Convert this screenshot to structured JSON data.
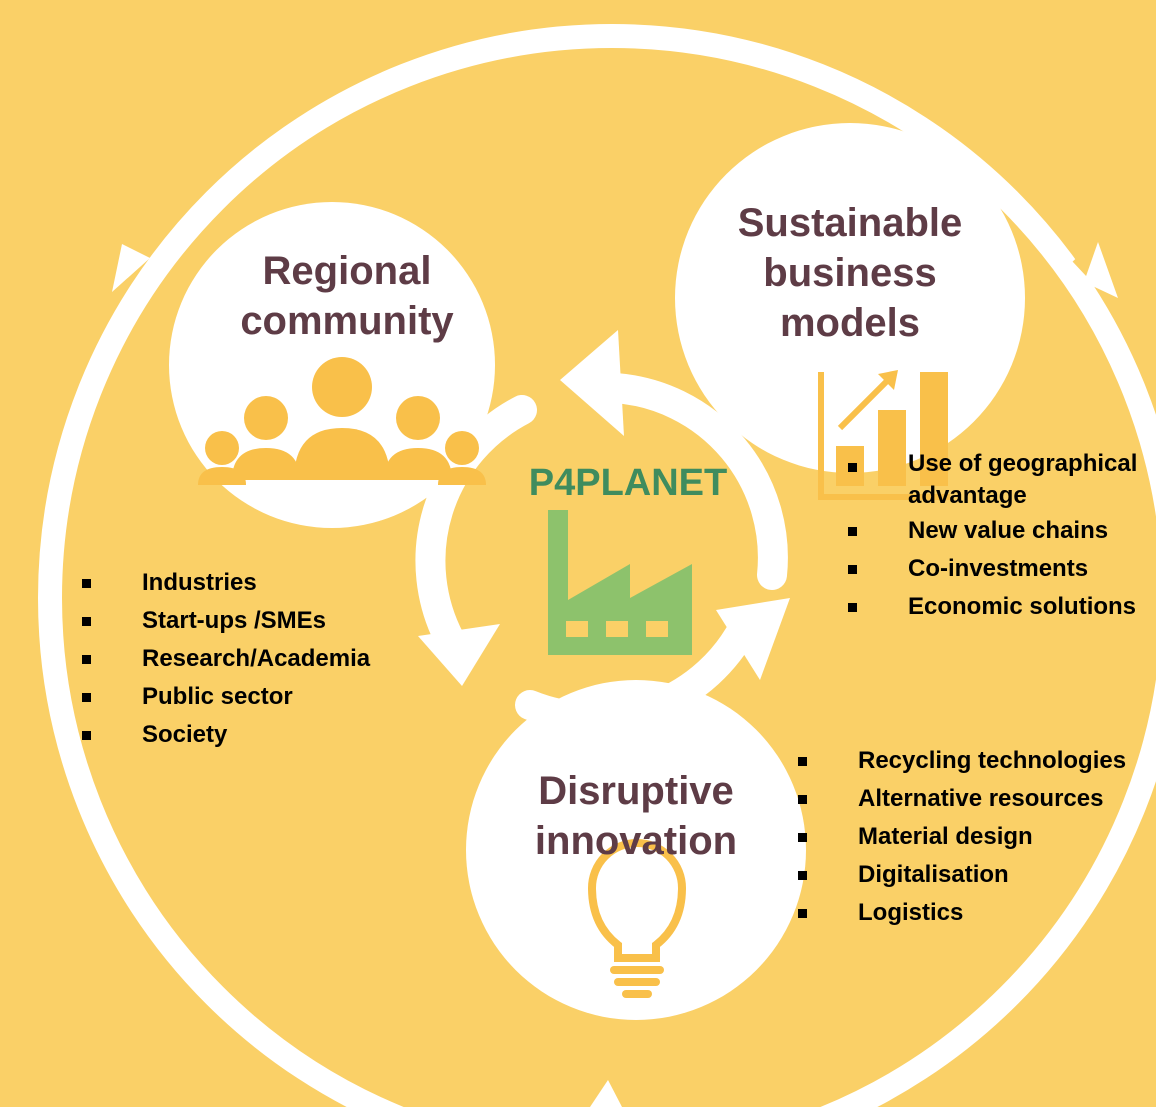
{
  "center": {
    "title": "P4PLANET"
  },
  "nodes": {
    "regional": {
      "title_lines": [
        "Regional",
        "community"
      ],
      "items": [
        "Industries",
        "Start-ups /SMEs",
        "Research/Academia",
        "Public sector",
        "Society"
      ]
    },
    "business": {
      "title_lines": [
        "Sustainable",
        "business",
        "models"
      ],
      "items": [
        "Use of geographical advantage",
        "New value chains",
        "Co-investments",
        "Economic solutions"
      ]
    },
    "innovation": {
      "title_lines": [
        "Disruptive",
        "innovation"
      ],
      "items": [
        "Recycling technologies",
        "Alternative  resources",
        "Material design",
        "Digitalisation",
        "Logistics"
      ]
    }
  },
  "colors": {
    "background": "#FAD067",
    "node_fill": "#FFFFFF",
    "title_text": "#5E3C46",
    "icon_orange": "#F9C04A",
    "factory_green": "#8DC26C",
    "center_text": "#3F8C5E"
  },
  "icons": [
    "people-icon",
    "bar-chart-growth-icon",
    "lightbulb-icon",
    "factory-icon"
  ]
}
